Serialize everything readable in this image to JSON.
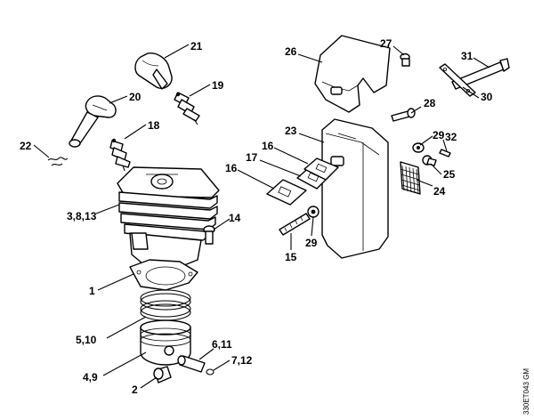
{
  "callouts": {
    "c21": "21",
    "c20": "20",
    "c19": "19",
    "c18": "18",
    "c22": "22",
    "c3813": "3,8,13",
    "c14": "14",
    "c1": "1",
    "c510": "5,10",
    "c49": "4,9",
    "c2": "2",
    "c611": "6,11",
    "c712": "7,12",
    "c26": "26",
    "c27": "27",
    "c31": "31",
    "c30": "30",
    "c28": "28",
    "c23": "23",
    "c16a": "16",
    "c17": "17",
    "c16b": "16",
    "c29a": "29",
    "c32": "32",
    "c25": "25",
    "c24": "24",
    "c29b": "29",
    "c15": "15"
  },
  "drawing_code": "330ET043 GM"
}
